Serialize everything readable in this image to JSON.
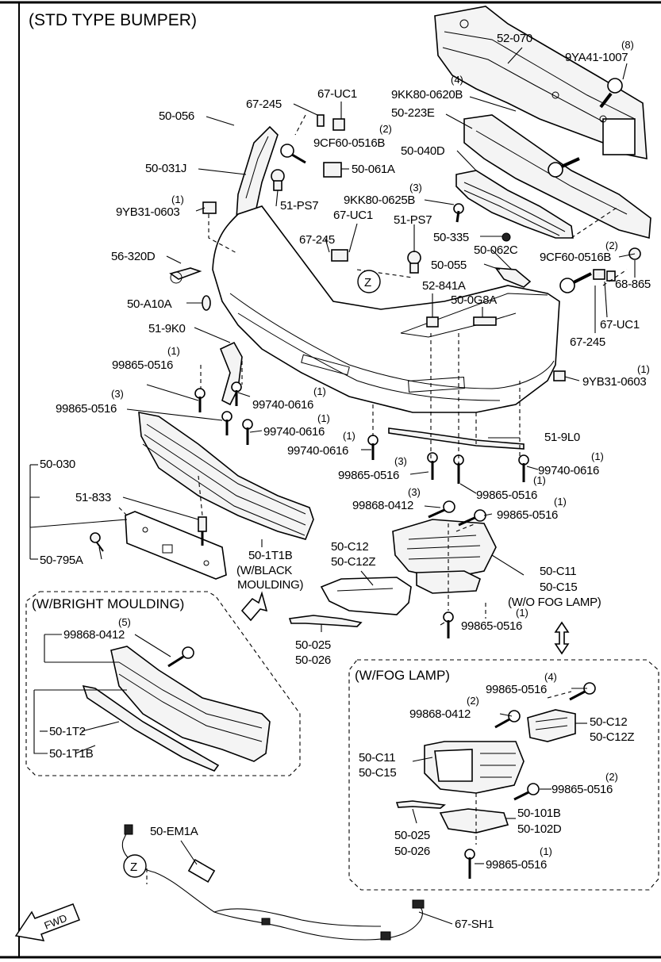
{
  "diagram": {
    "title": "(STD TYPE BUMPER)",
    "sections": {
      "bright_moulding": "(W/BRIGHT MOULDING)",
      "fog_lamp": "(W/FOG LAMP)"
    },
    "notes": {
      "black_moulding_1": "(W/BLACK",
      "black_moulding_2": "MOULDING)",
      "wo_fog_lamp": "(W/O FOG LAMP)"
    },
    "zone_marker": "Z",
    "fwd_label": "FWD",
    "labels": {
      "p52_070": "52-070",
      "q9ya41": "(8)",
      "p9ya41": "9YA41-1007",
      "q9kk80_0620": "(4)",
      "p9kk80_0620": "9KK80-0620B",
      "p50_223e": "50-223E",
      "p67_uc1_top": "67-UC1",
      "p67_245_top": "67-245",
      "p50_056": "50-056",
      "q9cf60_top": "(2)",
      "p9cf60_top": "9CF60-0516B",
      "p50_040d": "50-040D",
      "p50_031j": "50-031J",
      "p50_061a": "50-061A",
      "q9kk80_0625": "(3)",
      "p9kk80_0625": "9KK80-0625B",
      "q9yb31_left": "(1)",
      "p9yb31_left": "9YB31-0603",
      "p51_ps7_left": "51-PS7",
      "p67_uc1_mid": "67-UC1",
      "p51_ps7_mid": "51-PS7",
      "p67_245_mid": "67-245",
      "p50_335": "50-335",
      "p56_320d": "56-320D",
      "p50_062c": "50-062C",
      "q9cf60_right": "(2)",
      "p9cf60_right": "9CF60-0516B",
      "p50_055": "50-055",
      "p68_865": "68-865",
      "p52_841a": "52-841A",
      "p50_a10a": "50-A10A",
      "p50_0g8a": "50-0G8A",
      "p67_uc1_right": "67-UC1",
      "p51_9k0": "51-9K0",
      "p67_245_right": "67-245",
      "q99865_a": "(1)",
      "p99865_a": "99865-0516",
      "q9yb31_right": "(1)",
      "p9yb31_right": "9YB31-0603",
      "q99740_a": "(1)",
      "p99740_a": "99740-0616",
      "q99865_b": "(3)",
      "p99865_b": "99865-0516",
      "q99740_b": "(1)",
      "p99740_b": "99740-0616",
      "p51_9l0": "51-9L0",
      "q99740_c": "(1)",
      "p99740_c": "99740-0616",
      "q99740_d": "(1)",
      "p99740_d": "99740-0616",
      "q99865_c": "(3)",
      "p99865_c": "99865-0516",
      "q99865_d": "(1)",
      "p99865_d": "99865-0516",
      "p50_030": "50-030",
      "q99868_a": "(3)",
      "p99868_a": "99868-0412",
      "p51_833": "51-833",
      "q99865_e": "(1)",
      "p99865_e": "99865-0516",
      "p50_c12": "50-C12",
      "p50_c12z": "50-C12Z",
      "p50_795a": "50-795A",
      "p50_1t1b_black": "50-1T1B",
      "p50_c11": "50-C11",
      "p50_c15": "50-C15",
      "q99865_f": "(1)",
      "p99865_f": "99865-0516",
      "q99868_b": "(5)",
      "p99868_b": "99868-0412",
      "p50_025": "50-025",
      "p50_026": "50-026",
      "q99865_g": "(4)",
      "p99865_g": "99865-0516",
      "q99868_c": "(2)",
      "p99868_c": "99868-0412",
      "p50_c12_fog": "50-C12",
      "p50_c12z_fog": "50-C12Z",
      "p50_1t2": "50-1T2",
      "p50_1t1b_bright": "50-1T1B",
      "p50_c11_fog": "50-C11",
      "p50_c15_fog": "50-C15",
      "q99865_h": "(2)",
      "p99865_h": "99865-0516",
      "p50_101b": "50-101B",
      "p50_102d": "50-102D",
      "p50_em1a": "50-EM1A",
      "p50_025_fog": "50-025",
      "p50_026_fog": "50-026",
      "q99865_i": "(1)",
      "p99865_i": "99865-0516",
      "p67_sh1": "67-SH1"
    }
  }
}
